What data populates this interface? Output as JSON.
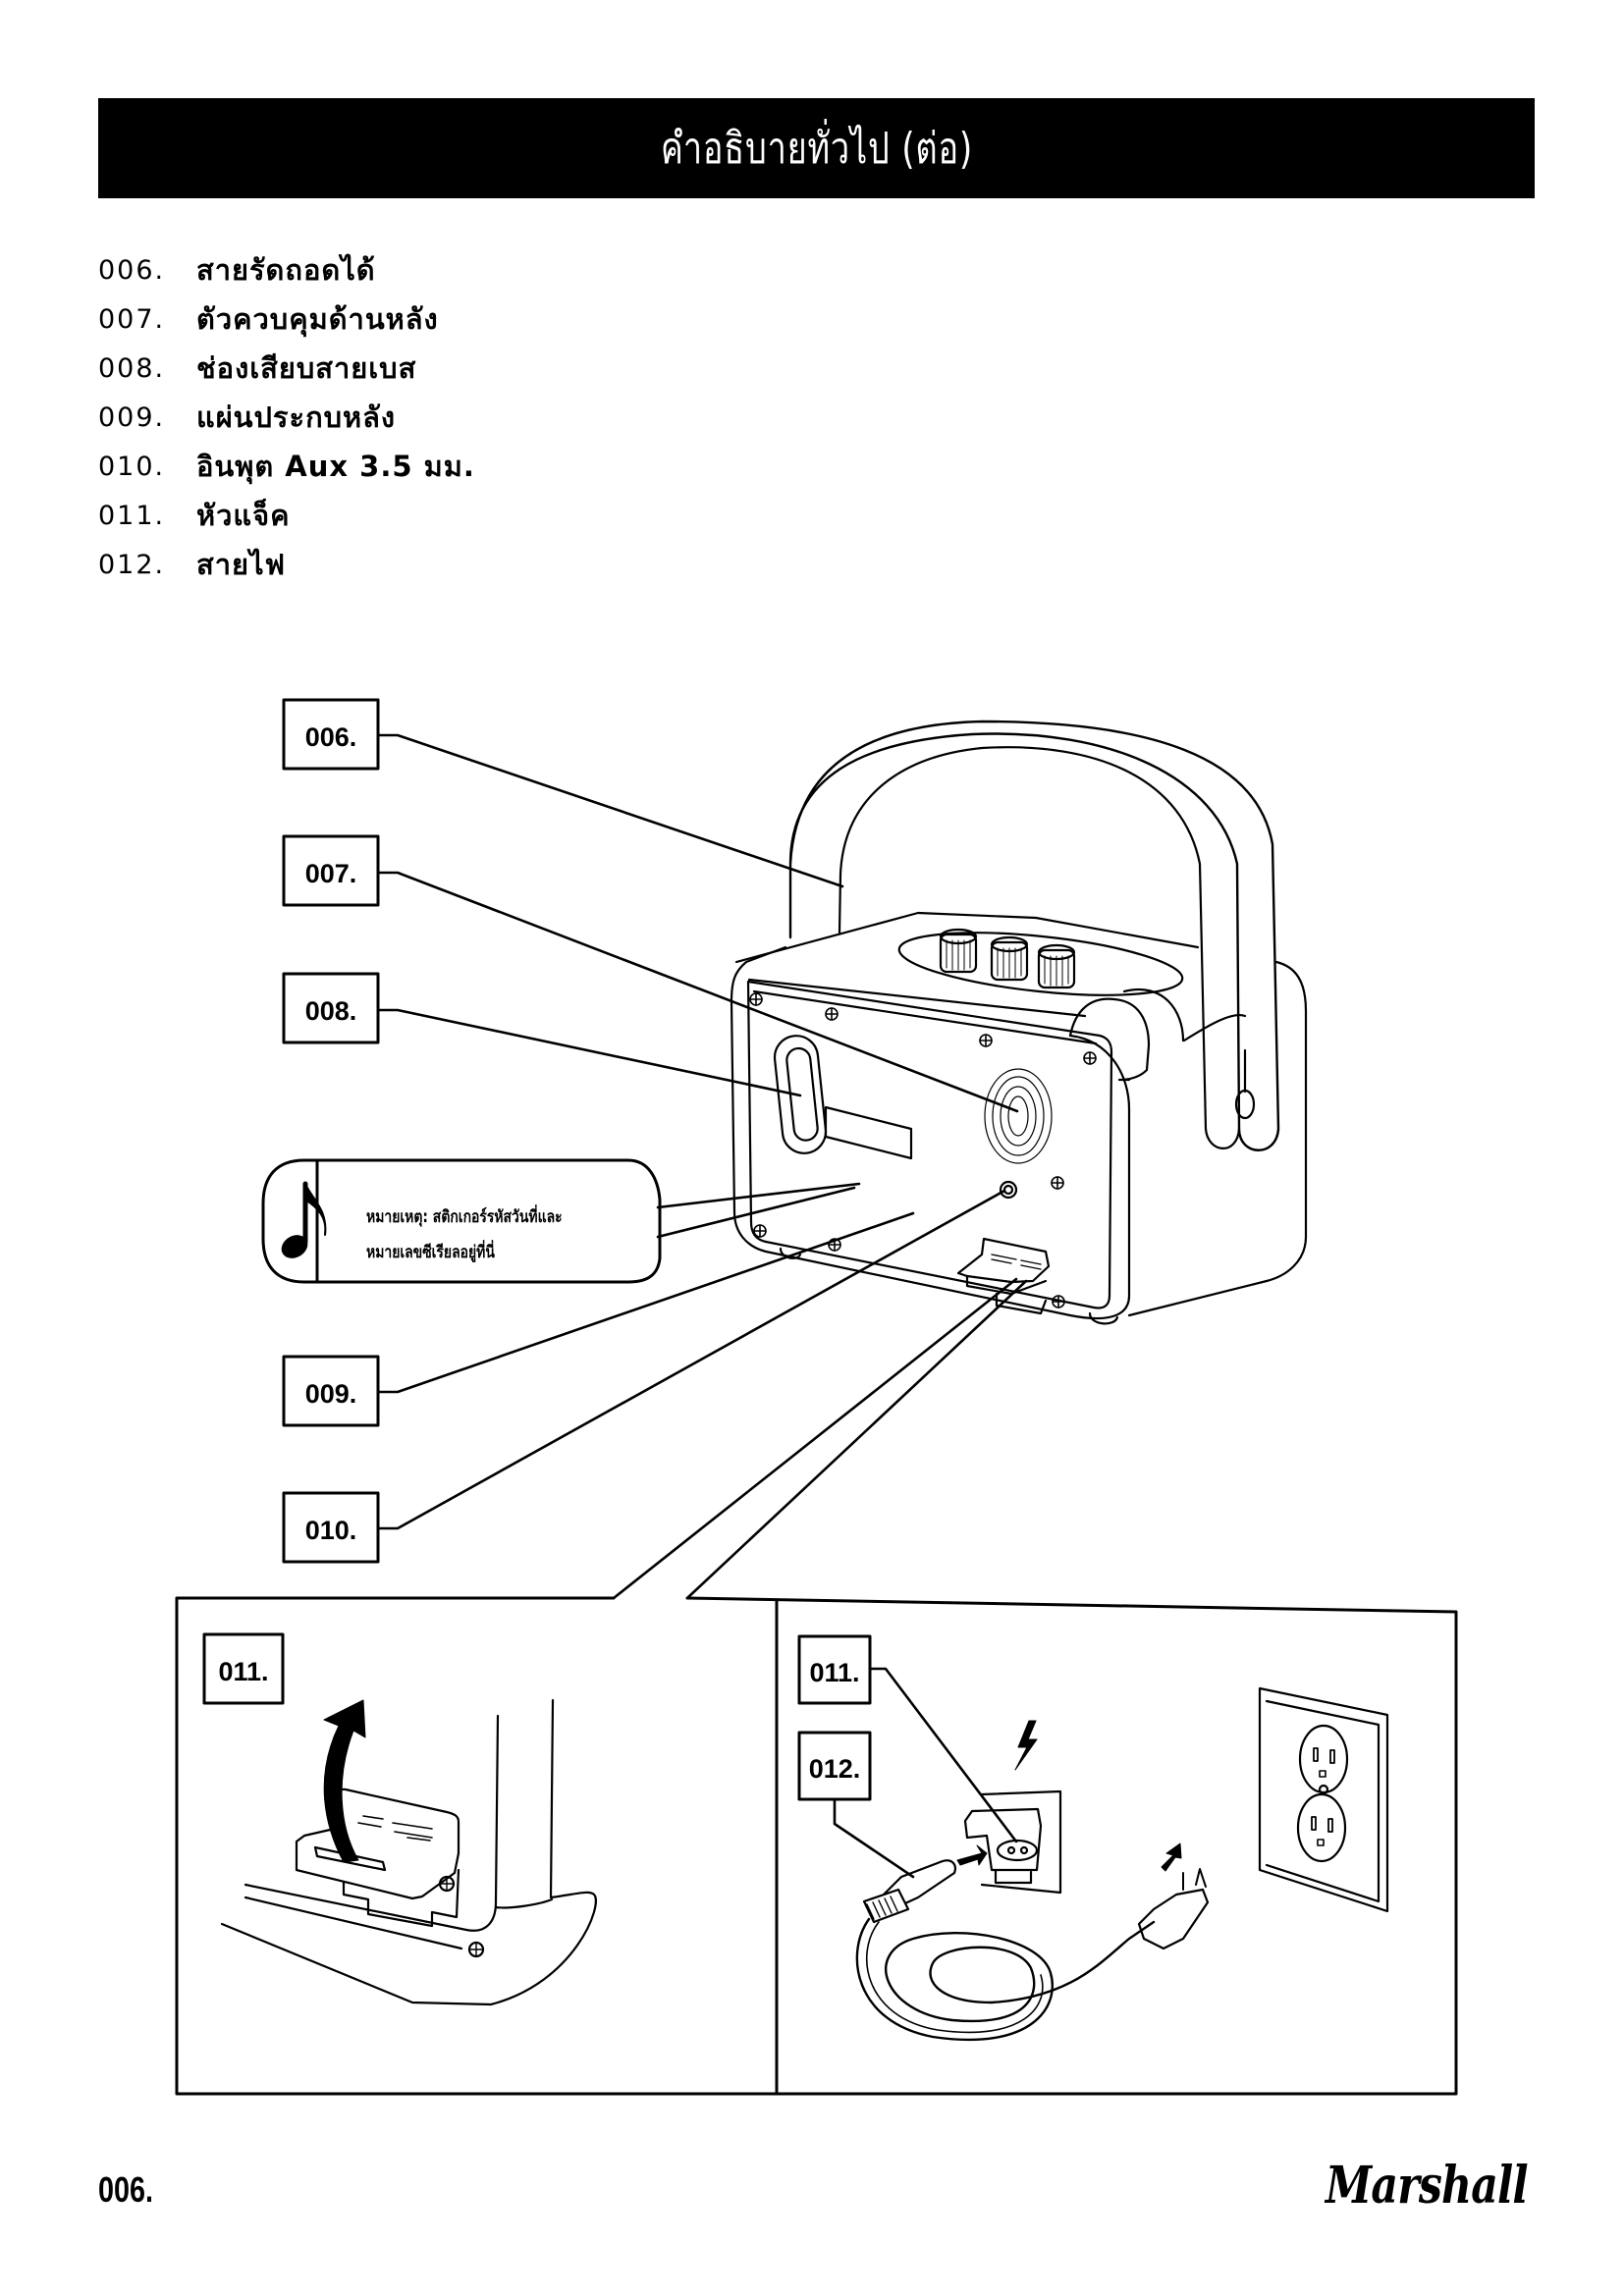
{
  "header": {
    "title": "คำอธิบายทั่วไป (ต่อ)"
  },
  "parts": [
    {
      "number": "006.",
      "name": "สายรัดถอดได้"
    },
    {
      "number": "007.",
      "name": "ตัวควบคุมด้านหลัง"
    },
    {
      "number": "008.",
      "name": "ช่องเสียบสายเบส"
    },
    {
      "number": "009.",
      "name": "แผ่นประกบหลัง"
    },
    {
      "number": "010.",
      "name": "อินพุต Aux 3.5 มม."
    },
    {
      "number": "011.",
      "name": "หัวแจ็ค"
    },
    {
      "number": "012.",
      "name": "สายไฟ"
    }
  ],
  "diagram": {
    "callouts": {
      "c006": "006.",
      "c007": "007.",
      "c008": "008.",
      "c009": "009.",
      "c010": "010.",
      "c011_left": "011.",
      "c011_right": "011.",
      "c012": "012."
    },
    "note": {
      "icon": "music-note-icon",
      "line1": "หมายเหตุ: สติกเกอร์รหัสวันที่และ",
      "line2": "หมายเลขซีเรียลอยู่ที่นี่"
    }
  },
  "footer": {
    "page_number": "006.",
    "brand": "Marshall"
  }
}
